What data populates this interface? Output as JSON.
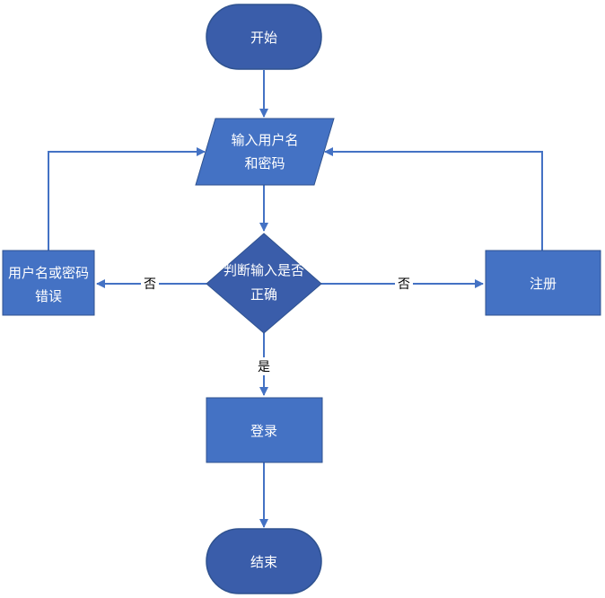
{
  "nodes": {
    "start": {
      "label": "开始"
    },
    "input": {
      "line1": "输入用户名",
      "line2": "和密码"
    },
    "decision": {
      "line1": "判断输入是否",
      "line2": "正确"
    },
    "error": {
      "line1": "用户名或密码",
      "line2": "错误"
    },
    "register": {
      "label": "注册"
    },
    "login": {
      "label": "登录"
    },
    "end": {
      "label": "结束"
    }
  },
  "edges": {
    "no_left": "否",
    "no_right": "否",
    "yes_down": "是"
  },
  "colors": {
    "fill": "#4472C4",
    "dark_fill": "#3A5DAA",
    "stroke": "#2F528F",
    "arrow": "#4472C4"
  }
}
